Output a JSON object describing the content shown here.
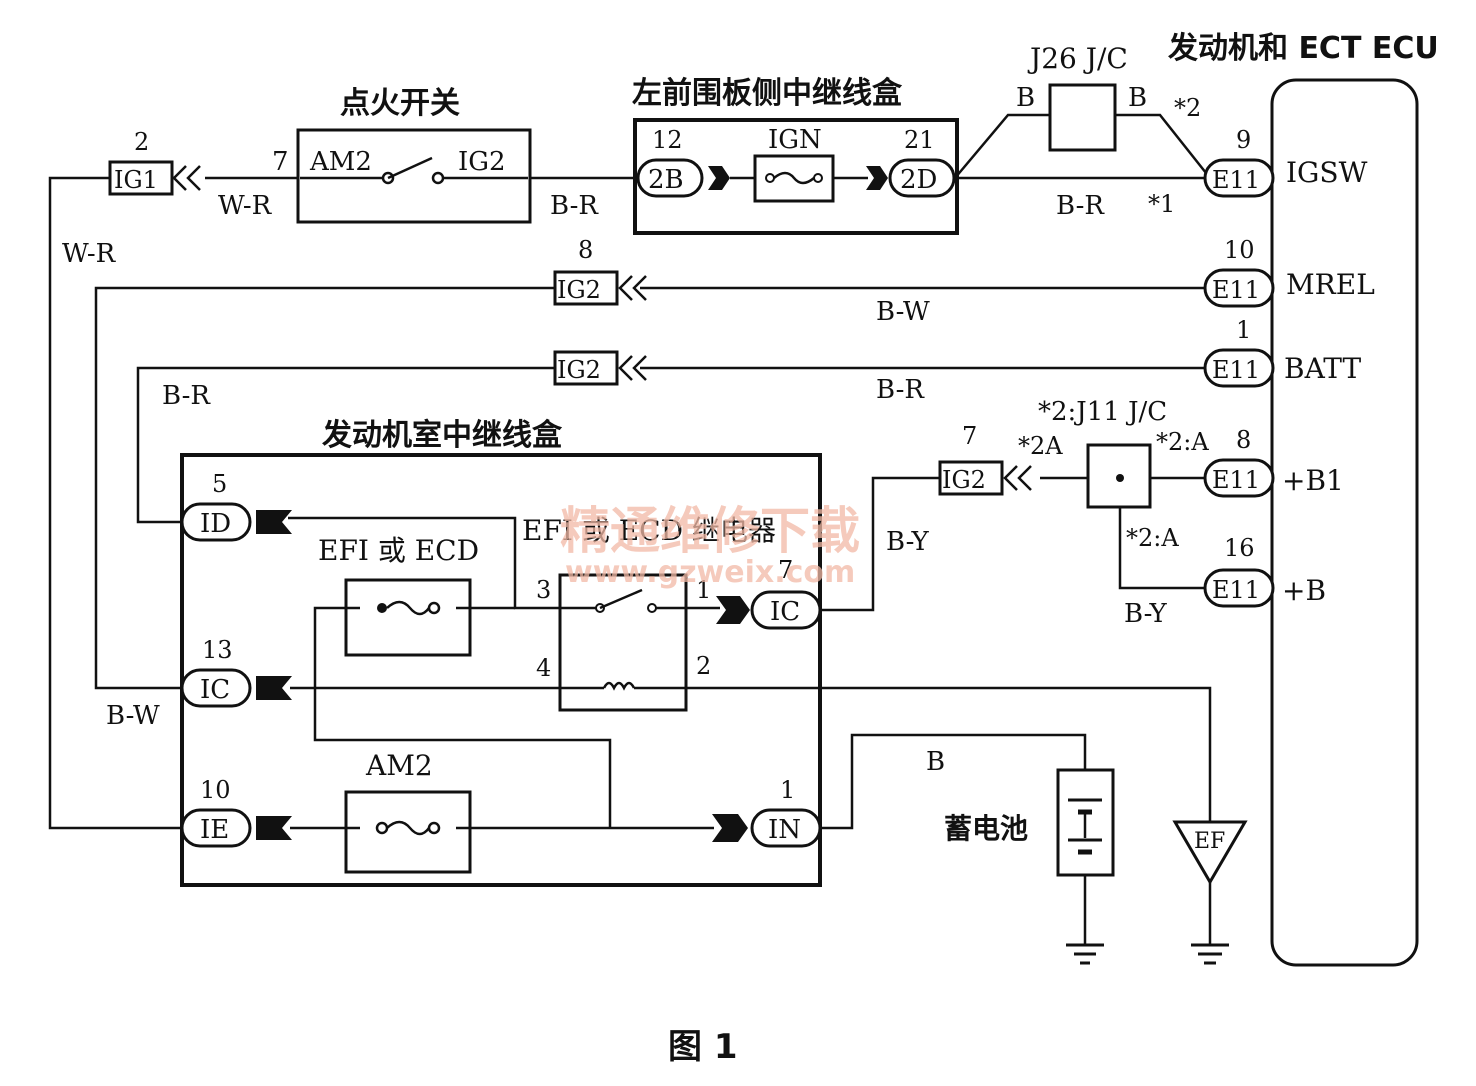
{
  "blocks": {
    "ignition_switch": "点火开关",
    "left_cowl_jb": "左前围板侧中继线盒",
    "j26": "J26 J/C",
    "ecu": "发动机和 ECT ECU",
    "engine_room_jb": "发动机室中继线盒",
    "efi_fuse": "EFI 或 ECD",
    "efi_relay": "EFI 或 ECD 继电器",
    "am2_fuse": "AM2",
    "ign_fuse": "IGN",
    "battery": "蓄电池",
    "j11": "*2:J11 J/C"
  },
  "switch": {
    "pin": "7",
    "left": "AM2",
    "right": "IG2"
  },
  "connectors": {
    "ig1": {
      "label": "IG1",
      "pin": "2"
    },
    "ig2_a": {
      "label": "IG2",
      "pin": "8"
    },
    "ig2_b": {
      "label": "IG2"
    },
    "ig2_c": {
      "label": "IG2",
      "pin": "7"
    },
    "c2b": {
      "label": "2B",
      "pin": "12"
    },
    "c2d": {
      "label": "2D",
      "pin": "21"
    },
    "id": {
      "label": "ID",
      "pin": "5"
    },
    "ic13": {
      "label": "IC",
      "pin": "13"
    },
    "ie": {
      "label": "IE",
      "pin": "10"
    },
    "ic7": {
      "label": "IC",
      "pin": "7"
    },
    "in": {
      "label": "IN",
      "pin": "1"
    }
  },
  "ecu_pins": [
    {
      "conn": "E11",
      "pin": "9",
      "signal": "IGSW"
    },
    {
      "conn": "E11",
      "pin": "10",
      "signal": "MREL"
    },
    {
      "conn": "E11",
      "pin": "1",
      "signal": "BATT"
    },
    {
      "conn": "E11",
      "pin": "8",
      "signal": "+B1"
    },
    {
      "conn": "E11",
      "pin": "16",
      "signal": "+B"
    }
  ],
  "relay_pins": {
    "p3": "3",
    "p1": "1",
    "p4": "4",
    "p2": "2"
  },
  "wire_colors": {
    "wr_top": "W-R",
    "wr_left": "W-R",
    "br_2b": "B-R",
    "br_ecu": "B-R",
    "bw_mrel": "B-W",
    "br_batt": "B-R",
    "br_left": "B-R",
    "by_ic": "B-Y",
    "by_b": "B-Y",
    "bw_left": "B-W",
    "b_batt": "B"
  },
  "j26_pins": {
    "left": "B",
    "right": "B"
  },
  "notes": {
    "n2": "*2",
    "n1": "*1",
    "a_left": "*2A",
    "a_right": "*2:A",
    "a_lower": "*2:A"
  },
  "ground_ef": "EF",
  "watermark": {
    "line1": "精通维修下载",
    "line2": "www.gzweix.com"
  },
  "caption": "图 1"
}
